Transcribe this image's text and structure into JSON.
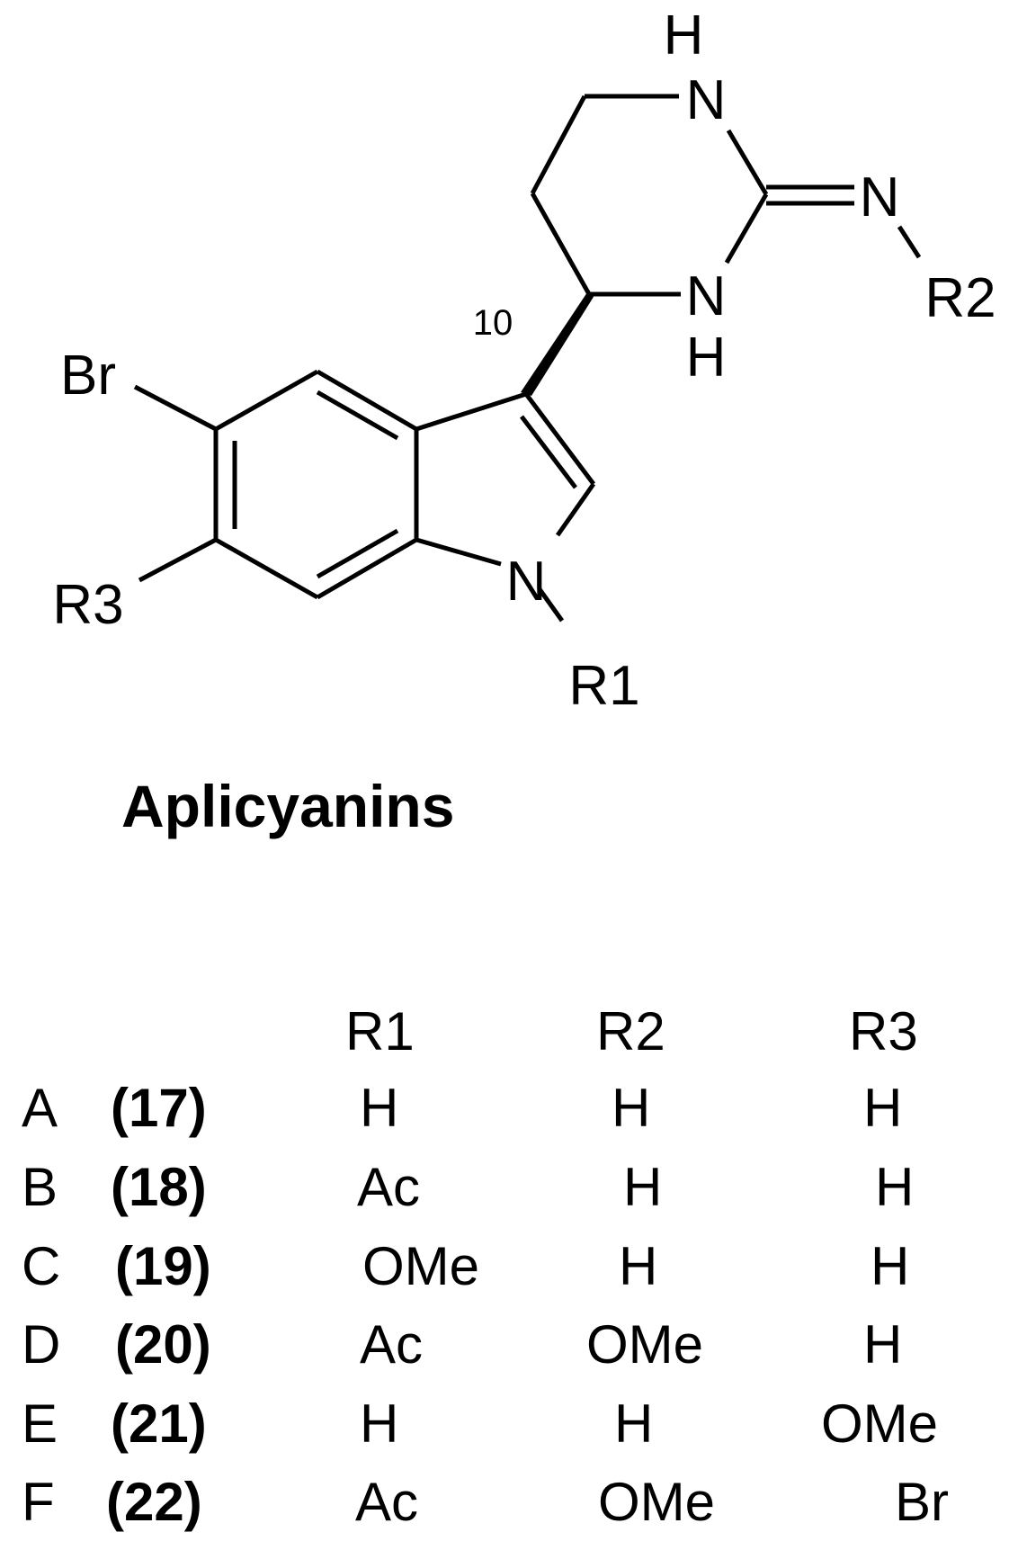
{
  "structure": {
    "atoms": {
      "h_top": "H",
      "n_top": "N",
      "n_imine": "N",
      "r2": "R2",
      "n_bottom": "N",
      "h_bottom": "H",
      "locant": "10",
      "br": "Br",
      "r3": "R3",
      "n_indole": "N",
      "r1": "R1"
    }
  },
  "title": "Aplicyanins",
  "table": {
    "headers": [
      "R1",
      "R2",
      "R3"
    ],
    "rows": [
      {
        "letter": "A",
        "number": "(17)",
        "r1": "H",
        "r2": "H",
        "r3": "H"
      },
      {
        "letter": "B",
        "number": "(18)",
        "r1": "Ac",
        "r2": "H",
        "r3": "H"
      },
      {
        "letter": "C",
        "number": "(19)",
        "r1": "OMe",
        "r2": "H",
        "r3": "H"
      },
      {
        "letter": "D",
        "number": "(20)",
        "r1": "Ac",
        "r2": "OMe",
        "r3": "H"
      },
      {
        "letter": "E",
        "number": "(21)",
        "r1": "H",
        "r2": "H",
        "r3": "OMe"
      },
      {
        "letter": "F",
        "number": "(22)",
        "r1": "Ac",
        "r2": "OMe",
        "r3": "Br"
      }
    ]
  }
}
